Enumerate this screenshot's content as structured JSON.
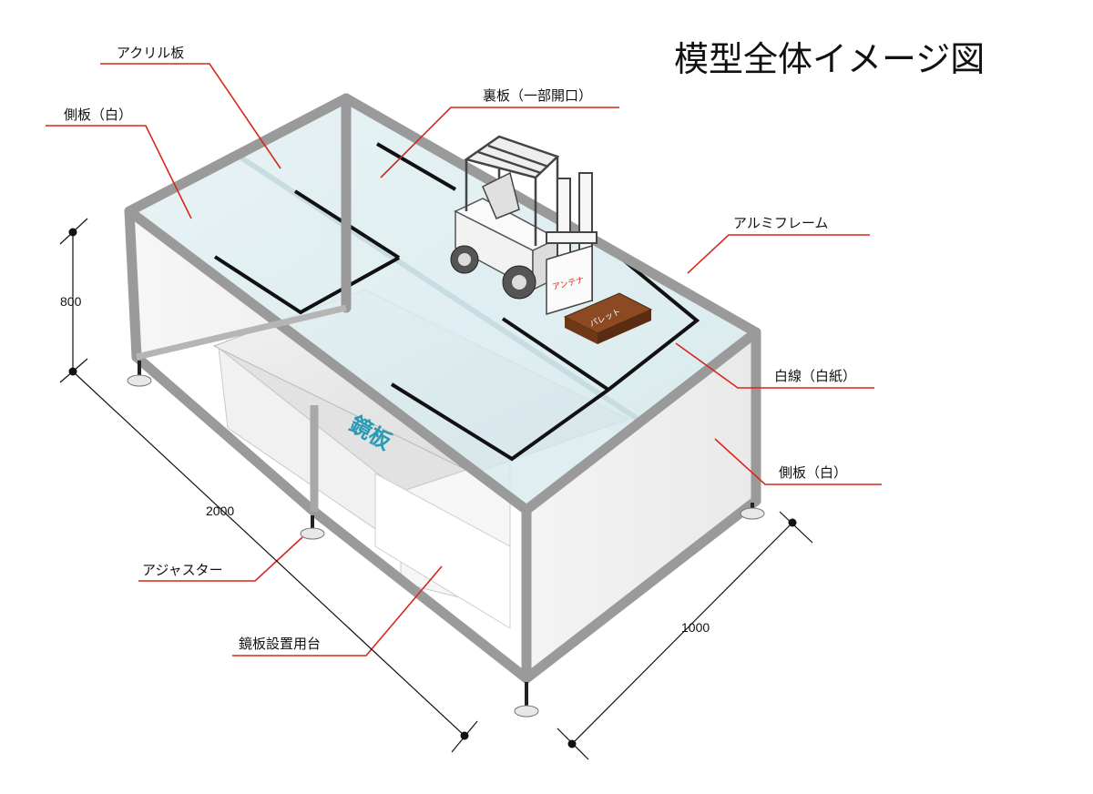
{
  "title": "模型全体イメージ図",
  "labels": {
    "acrylic": "アクリル板",
    "back_panel": "裏板（一部開口）",
    "side_panel_left": "側板（白）",
    "aluminum_frame": "アルミフレーム",
    "white_line": "白線（白紙）",
    "side_panel_right": "側板（白）",
    "adjuster": "アジャスター",
    "mirror_stand": "鏡板設置用台",
    "mirror": "鏡板"
  },
  "forklift_tag": "アンテナ",
  "pallet_text": "パレット",
  "dimensions": {
    "height": "800",
    "length": "2000",
    "width": "1000"
  }
}
